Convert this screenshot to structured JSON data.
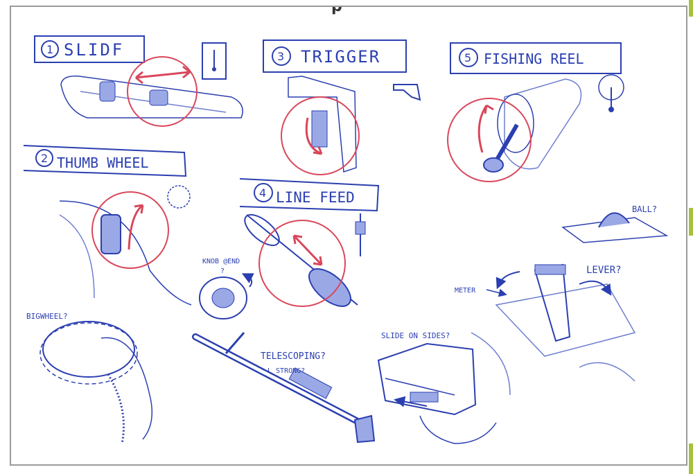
{
  "colors": {
    "ink_blue": "#2b3fb0",
    "ink_light": "#6d7ed0",
    "ink_red": "#d9475b",
    "accent_green": "#a4c23a",
    "border_gray": "#9a9a9a"
  },
  "header_fragment": "p",
  "concepts": [
    {
      "number": "1",
      "label": "SLIDF"
    },
    {
      "number": "2",
      "label": "THUMB WHEEL"
    },
    {
      "number": "3",
      "label": "TRIGGER"
    },
    {
      "number": "4",
      "label": "LINE FEED"
    },
    {
      "number": "5",
      "label": "FISHING REEL"
    }
  ],
  "notes": {
    "knob_at_end": "KNOB @END",
    "knob_question": "?",
    "big_wheel": "BIGWHEEL?",
    "telescoping": "TELESCOPING?",
    "strong": "L STRONG?",
    "slide_on_sides": "SLIDE ON SIDES?",
    "ball": "BALL?",
    "lever": "LEVER?",
    "meter": "METER"
  }
}
